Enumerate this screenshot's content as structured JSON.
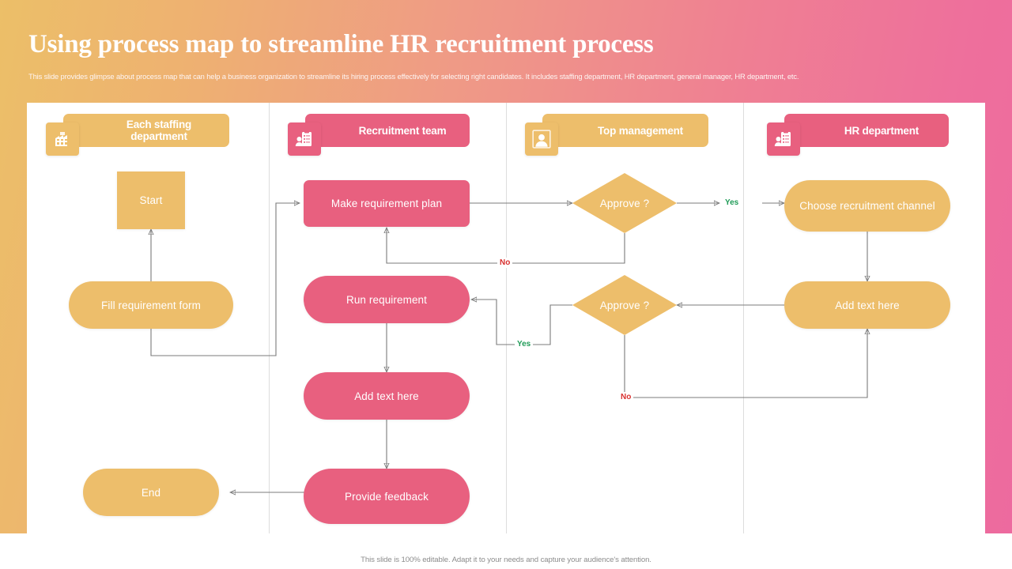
{
  "slide": {
    "title": "Using process map to streamline HR recruitment process",
    "subtitle": "This slide provides glimpse about process map that can help a business organization to streamline its hiring process effectively for selecting right candidates. It includes staffing department, HR department, general manager, HR department, etc.",
    "footer": "This slide is 100% editable. Adapt it to your needs and capture your audience's attention."
  },
  "colors": {
    "amber": "#edbe6b",
    "pink": "#e8607f",
    "gradient_start": "#ecbf68",
    "gradient_end": "#ed6a9f",
    "yes_green": "#1f9b57",
    "no_red": "#d8302f",
    "connector_gray": "#7b7b7b",
    "divider_gray": "#dddddd"
  },
  "lanes": [
    {
      "id": "staffing",
      "label": "Each staffing department",
      "color": "#edbe6b",
      "icon": "factory-icon"
    },
    {
      "id": "recruitment",
      "label": "Recruitment team",
      "color": "#e8607f",
      "icon": "clipboard-person-icon"
    },
    {
      "id": "management",
      "label": "Top management",
      "color": "#edbe6b",
      "icon": "user-portrait-icon"
    },
    {
      "id": "hr",
      "label": "HR department",
      "color": "#e8607f",
      "icon": "clipboard-person-icon"
    }
  ],
  "nodes": [
    {
      "id": "start",
      "label": "Start",
      "shape": "rect",
      "color": "#edbe6b"
    },
    {
      "id": "fill-form",
      "label": "Fill requirement form",
      "shape": "pill",
      "color": "#edbe6b"
    },
    {
      "id": "end",
      "label": "End",
      "shape": "pill",
      "color": "#edbe6b"
    },
    {
      "id": "make-plan",
      "label": "Make requirement plan",
      "shape": "round",
      "color": "#e8607f"
    },
    {
      "id": "run-req",
      "label": "Run requirement",
      "shape": "pill",
      "color": "#e8607f"
    },
    {
      "id": "add-text-1",
      "label": "Add text here",
      "shape": "pill",
      "color": "#e8607f"
    },
    {
      "id": "feedback",
      "label": "Provide feedback",
      "shape": "pill",
      "color": "#e8607f"
    },
    {
      "id": "approve-1",
      "label": "Approve ?",
      "shape": "diamond",
      "color": "#edbe6b"
    },
    {
      "id": "approve-2",
      "label": "Approve ?",
      "shape": "diamond",
      "color": "#edbe6b"
    },
    {
      "id": "choose-chan",
      "label": "Choose recruitment channel",
      "shape": "pill",
      "color": "#edbe6b"
    },
    {
      "id": "add-text-2",
      "label": "Add text here",
      "shape": "pill",
      "color": "#edbe6b"
    }
  ],
  "edge_labels": {
    "yes_1": "Yes",
    "no_1": "No",
    "yes_2": "Yes",
    "no_2": "No"
  }
}
